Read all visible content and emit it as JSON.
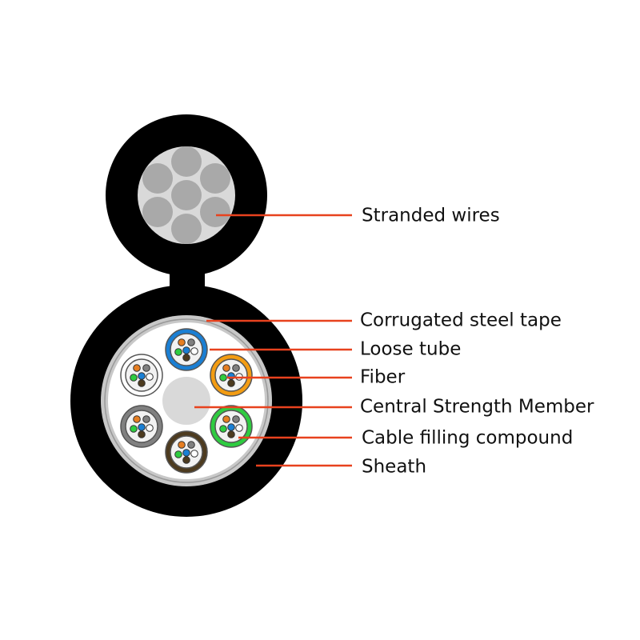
{
  "labels": {
    "stranded_wires": "Stranded wires",
    "corrugated_steel_tape": "Corrugated steel tape",
    "loose_tube": "Loose tube",
    "fiber": "Fiber",
    "central_strength_member": "Central Strength Member",
    "cable_filling_compound": "Cable filling compound",
    "sheath": "Sheath"
  },
  "colors": {
    "sheath": "#000000",
    "wire_fill": "#a9a9a9",
    "wire_bg": "#d9d9d9",
    "steel_tape": "#c8c8c8",
    "filling": "#ffffff",
    "csm": "#d9d9d9",
    "leader": "#e8421e",
    "tube_blue": "#1a7fd4",
    "tube_orange": "#f39c12",
    "tube_green": "#2ecc40",
    "tube_brown": "#4d3b1f",
    "tube_gray": "#808080",
    "tube_white": "#ffffff",
    "fiber_gray": "#7f7f7f",
    "fiber_orange": "#e67e22",
    "fiber_green": "#2ecc40",
    "fiber_blue": "#1a7fd4",
    "fiber_brown": "#4d3b1f",
    "fiber_white": "#ffffff"
  }
}
